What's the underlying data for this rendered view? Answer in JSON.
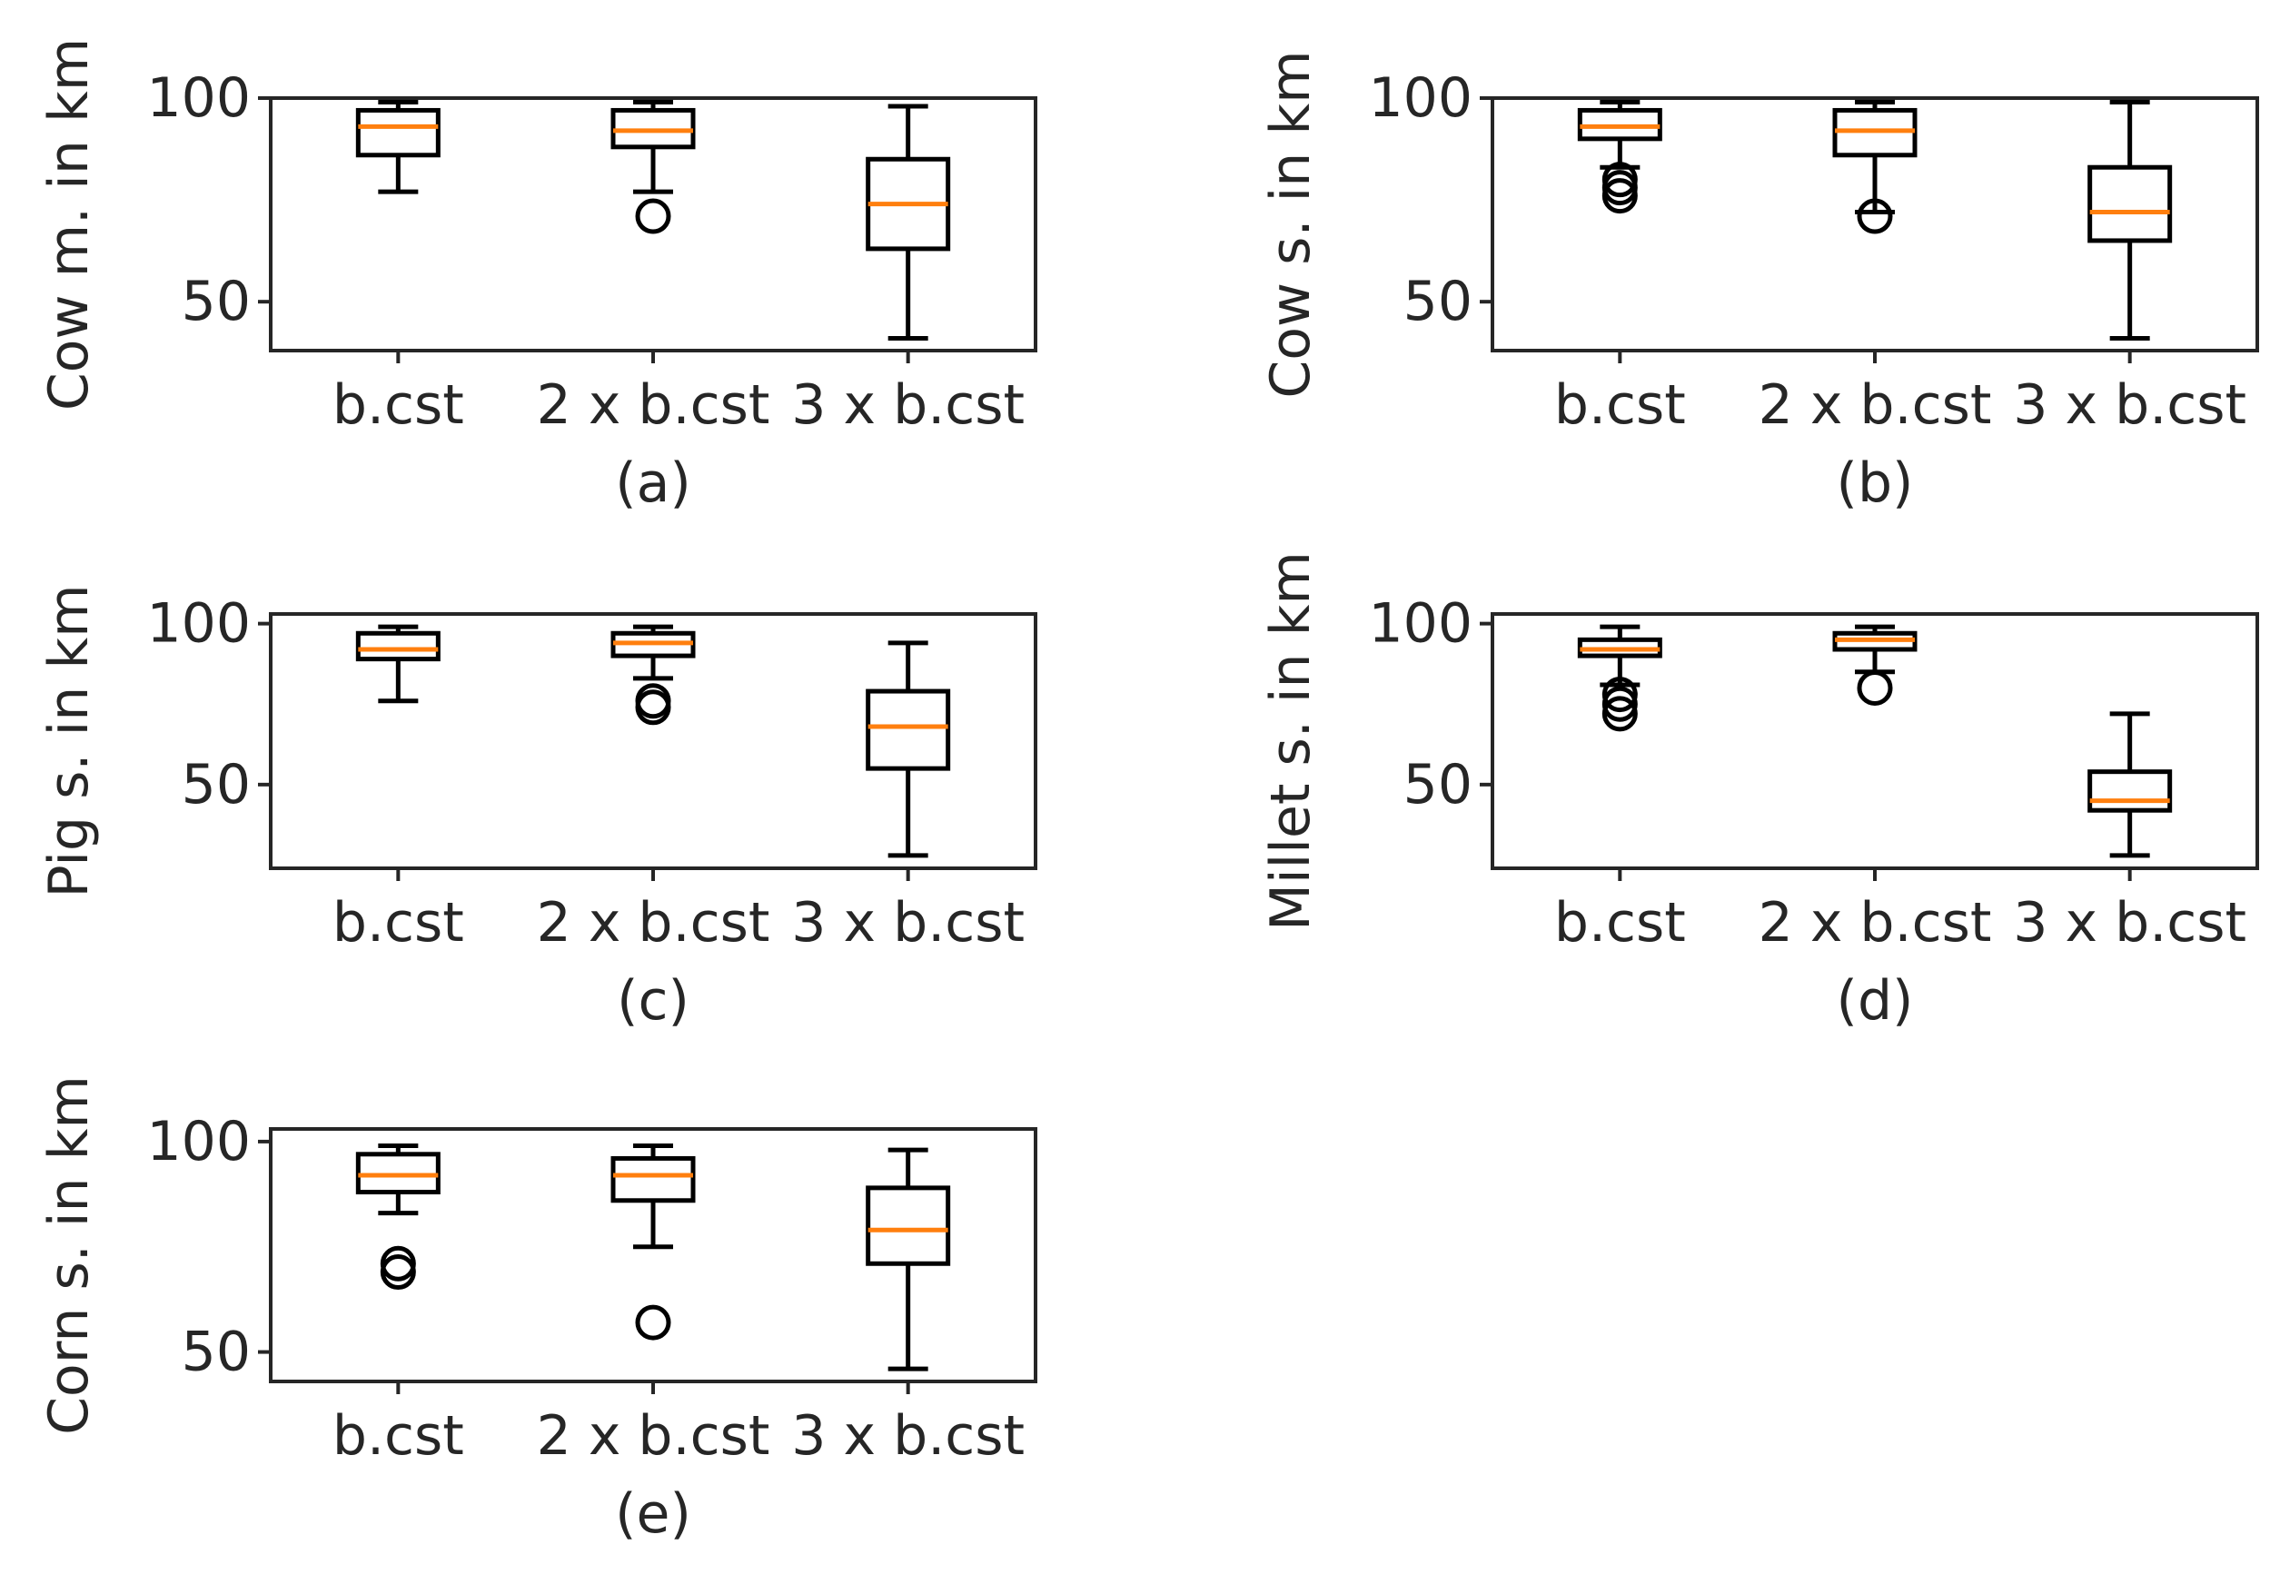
{
  "chart_data": [
    {
      "type": "boxplot",
      "panel_label": "(a)",
      "ylabel": "Cow m. in km",
      "categories": [
        "b.cst",
        "2 x b.cst",
        "3 x b.cst"
      ],
      "yticks": [
        50,
        100
      ],
      "ylim": [
        38,
        100
      ],
      "boxes": [
        {
          "whisker_low": 77,
          "q1": 86,
          "median": 93,
          "q3": 97,
          "whisker_high": 99,
          "fliers": []
        },
        {
          "whisker_low": 77,
          "q1": 88,
          "median": 92,
          "q3": 97,
          "whisker_high": 99,
          "fliers": [
            71
          ]
        },
        {
          "whisker_low": 41,
          "q1": 63,
          "median": 74,
          "q3": 85,
          "whisker_high": 98,
          "fliers": []
        }
      ]
    },
    {
      "type": "boxplot",
      "panel_label": "(b)",
      "ylabel": "Cow s. in km",
      "categories": [
        "b.cst",
        "2 x b.cst",
        "3 x b.cst"
      ],
      "yticks": [
        50,
        100
      ],
      "ylim": [
        38,
        100
      ],
      "boxes": [
        {
          "whisker_low": 83,
          "q1": 90,
          "median": 93,
          "q3": 97,
          "whisker_high": 99,
          "fliers": [
            80,
            78,
            76
          ]
        },
        {
          "whisker_low": 72,
          "q1": 86,
          "median": 92,
          "q3": 97,
          "whisker_high": 99,
          "fliers": [
            71
          ]
        },
        {
          "whisker_low": 41,
          "q1": 65,
          "median": 72,
          "q3": 83,
          "whisker_high": 99,
          "fliers": []
        }
      ]
    },
    {
      "type": "boxplot",
      "panel_label": "(c)",
      "ylabel": "Pig s. in km",
      "categories": [
        "b.cst",
        "2 x b.cst",
        "3 x b.cst"
      ],
      "yticks": [
        50,
        100
      ],
      "ylim": [
        24,
        103
      ],
      "boxes": [
        {
          "whisker_low": 76,
          "q1": 89,
          "median": 92,
          "q3": 97,
          "whisker_high": 99,
          "fliers": []
        },
        {
          "whisker_low": 83,
          "q1": 90,
          "median": 94,
          "q3": 97,
          "whisker_high": 99,
          "fliers": [
            76,
            74
          ]
        },
        {
          "whisker_low": 28,
          "q1": 55,
          "median": 68,
          "q3": 79,
          "whisker_high": 94,
          "fliers": []
        }
      ]
    },
    {
      "type": "boxplot",
      "panel_label": "(d)",
      "ylabel": "Millet s. in km",
      "categories": [
        "b.cst",
        "2 x b.cst",
        "3 x b.cst"
      ],
      "yticks": [
        50,
        100
      ],
      "ylim": [
        24,
        103
      ],
      "boxes": [
        {
          "whisker_low": 81,
          "q1": 90,
          "median": 92,
          "q3": 95,
          "whisker_high": 99,
          "fliers": [
            78,
            75,
            72
          ]
        },
        {
          "whisker_low": 85,
          "q1": 92,
          "median": 95,
          "q3": 97,
          "whisker_high": 99,
          "fliers": [
            80
          ]
        },
        {
          "whisker_low": 28,
          "q1": 42,
          "median": 45,
          "q3": 54,
          "whisker_high": 72,
          "fliers": []
        }
      ]
    },
    {
      "type": "boxplot",
      "panel_label": "(e)",
      "ylabel": "Corn s. in km",
      "categories": [
        "b.cst",
        "2 x b.cst",
        "3 x b.cst"
      ],
      "yticks": [
        50,
        100
      ],
      "ylim": [
        43,
        103
      ],
      "boxes": [
        {
          "whisker_low": 83,
          "q1": 88,
          "median": 92,
          "q3": 97,
          "whisker_high": 99,
          "fliers": [
            71,
            69
          ]
        },
        {
          "whisker_low": 75,
          "q1": 86,
          "median": 92,
          "q3": 96,
          "whisker_high": 99,
          "fliers": [
            57
          ]
        },
        {
          "whisker_low": 46,
          "q1": 71,
          "median": 79,
          "q3": 89,
          "whisker_high": 98,
          "fliers": []
        }
      ]
    }
  ],
  "colors": {
    "box": "#000000",
    "median": "#ff7f0e",
    "text": "#262626",
    "background": "#ffffff"
  }
}
